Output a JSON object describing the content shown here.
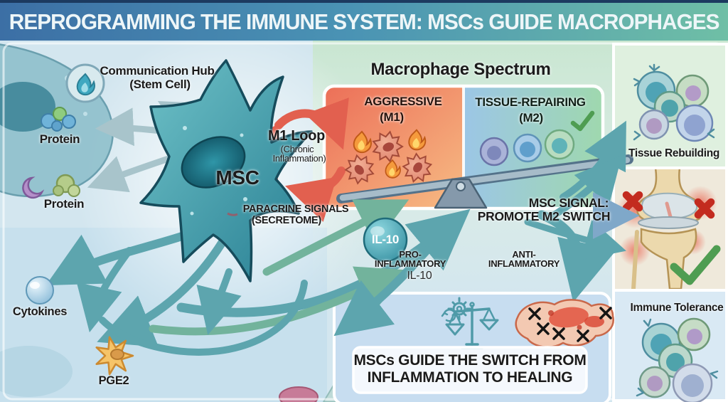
{
  "title": "REPROGRAMMING THE IMMUNE SYSTEM: MSCs GUIDE MACROPHAGES",
  "left": {
    "hub_line1": "Communication Hub",
    "hub_line2": "(Stem Cell)",
    "protein_top": "Protein",
    "protein_bottom": "Protein",
    "msc": "MSC",
    "cytokines": "Cytokines",
    "pge2": "PGE2",
    "m1_loop_title": "M1 Loop",
    "m1_loop_sub1": "(Chronic",
    "m1_loop_sub2": "Inflammation)",
    "paracrine_line1": "PARACRINE SIGNALS",
    "paracrine_line2": "(SECRETOME)"
  },
  "spectrum": {
    "header": "Macrophage Spectrum",
    "m1_line1": "AGGRESSIVE",
    "m1_line2": "(M1)",
    "m2_line1": "TISSUE-REPAIRING",
    "m2_line2": "(M2)",
    "il10_badge": "IL-10",
    "pro_line1": "PRO-",
    "pro_line2": "INFLAMMATORY",
    "pro_line3": "IL-10",
    "anti_line1": "ANTI-",
    "anti_line2": "INFLAMMATORY",
    "signal_line1": "MSC SIGNAL:",
    "signal_line2": "PROMOTE M2 SWITCH"
  },
  "right": {
    "tissue_rebuilding": "Tissue Rebuilding",
    "immune_tolerance": "Immune Tolerance"
  },
  "bottom": {
    "caption_line1": "MSCs GUIDE THE SWITCH FROM",
    "caption_line2": "INFLAMMATION TO HEALING"
  },
  "colors": {
    "title_gradient_start": "#3c6fa5",
    "title_gradient_end": "#6fbfa6",
    "arrow_teal": "#5da5ae",
    "arrow_red": "#e2604f",
    "m1_panel_red": "#ee7a5f",
    "m2_panel_blue": "#9cc6e6",
    "m2_panel_green": "#9fd8ae",
    "check_green": "#4f9d52",
    "x_red": "#c32b1f",
    "il10_sphere": "#2f8a9c",
    "pge2_orange": "#f6c468"
  }
}
